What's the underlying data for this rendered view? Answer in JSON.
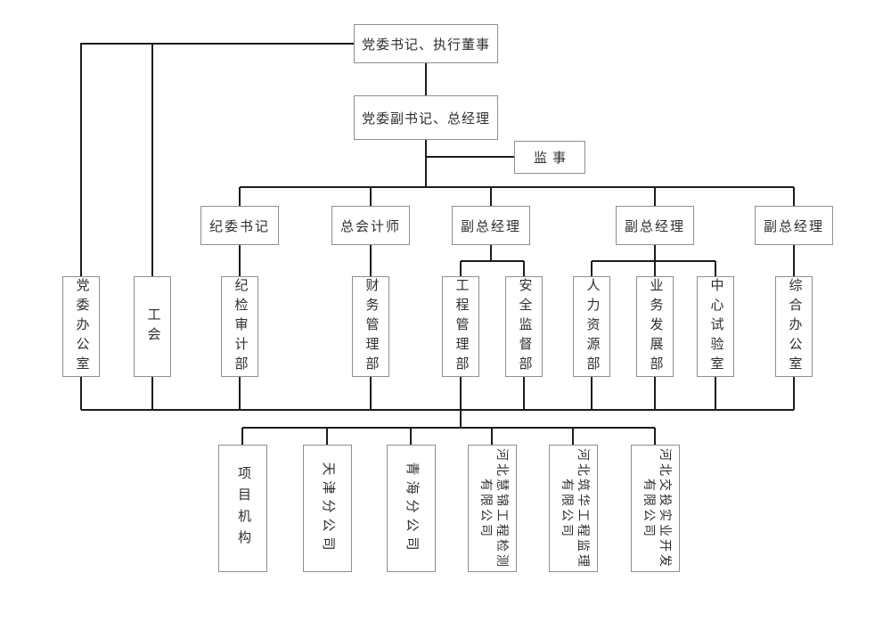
{
  "org": {
    "top": {
      "label": "党委书记、执行董事"
    },
    "gm": {
      "label": "党委副书记、总经理"
    },
    "supervisor": {
      "label": "监事"
    },
    "executives": [
      {
        "label": "纪委书记"
      },
      {
        "label": "总会计师"
      },
      {
        "label": "副总经理"
      },
      {
        "label": "副总经理"
      },
      {
        "label": "副总经理"
      }
    ],
    "departments": [
      {
        "label": "党委办公室"
      },
      {
        "label": "工会"
      },
      {
        "label": "纪检审计部"
      },
      {
        "label": "财务管理部"
      },
      {
        "label": "工程管理部"
      },
      {
        "label": "安全监督部"
      },
      {
        "label": "人力资源部"
      },
      {
        "label": "业务发展部"
      },
      {
        "label": "中心试验室"
      },
      {
        "label": "综合办公室"
      }
    ],
    "subsidiaries": [
      {
        "label": "项目机构"
      },
      {
        "label": "天津分公司"
      },
      {
        "label": "青海分公司"
      },
      {
        "label": "河北慧锦工程检测\n有限公司"
      },
      {
        "label": "河北筑华工程监理\n有限公司"
      },
      {
        "label": "河北交投实业开发\n有限公司"
      }
    ]
  },
  "colors": {
    "line": "#1c1c1c",
    "box_border": "#8f8f8f",
    "text": "#2f2f2f",
    "background": "#ffffff"
  }
}
